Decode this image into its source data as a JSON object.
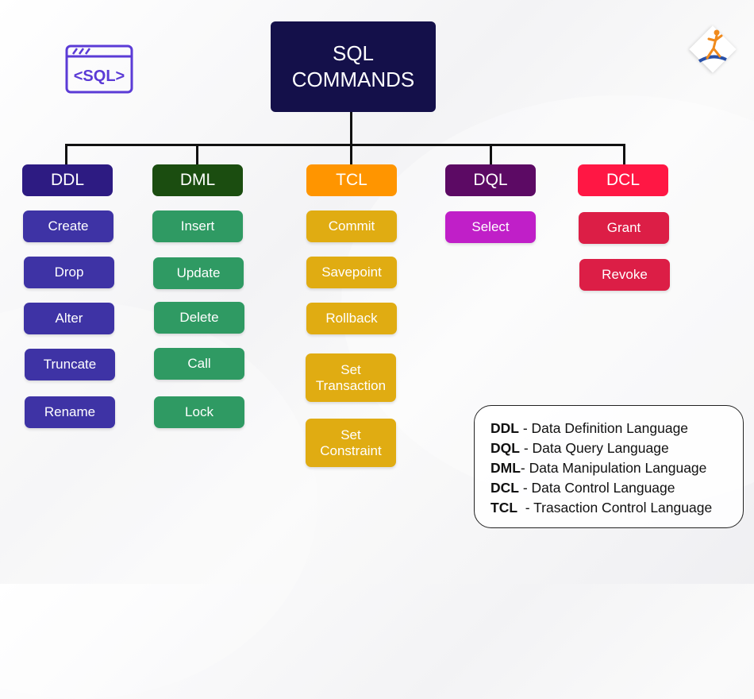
{
  "root": {
    "line1": "SQL",
    "line2": "COMMANDS"
  },
  "icon": {
    "sql_label": "<SQL>"
  },
  "colors": {
    "root": "#14104a",
    "ddl": "#2d1b82",
    "ddl_item": "#3e33a5",
    "dml": "#1b4d10",
    "dml_item": "#2f9a63",
    "tcl": "#ff9500",
    "tcl_item": "#e0ac12",
    "dql": "#5c0a64",
    "dql_item": "#c01fc8",
    "dcl": "#ff1744",
    "dcl_item": "#dc1e46"
  },
  "categories": [
    {
      "label": "DDL",
      "items": [
        "Create",
        "Drop",
        "Alter",
        "Truncate",
        "Rename"
      ]
    },
    {
      "label": "DML",
      "items": [
        "Insert",
        "Update",
        "Delete",
        "Call",
        "Lock"
      ]
    },
    {
      "label": "TCL",
      "items": [
        "Commit",
        "Savepoint",
        "Rollback",
        "Set\nTransaction",
        "Set\nConstraint"
      ]
    },
    {
      "label": "DQL",
      "items": [
        "Select"
      ]
    },
    {
      "label": "DCL",
      "items": [
        "Grant",
        "Revoke"
      ]
    }
  ],
  "legend": [
    {
      "abbr": "DDL",
      "sep": " - ",
      "desc": "Data Definition Language"
    },
    {
      "abbr": "DQL",
      "sep": " - ",
      "desc": "Data Query Language"
    },
    {
      "abbr": "DML",
      "sep": "- ",
      "desc": "Data Manipulation Language"
    },
    {
      "abbr": "DCL",
      "sep": " - ",
      "desc": "Data Control Language"
    },
    {
      "abbr": "TCL",
      "sep": "  - ",
      "desc": "Trasaction Control Language"
    }
  ]
}
